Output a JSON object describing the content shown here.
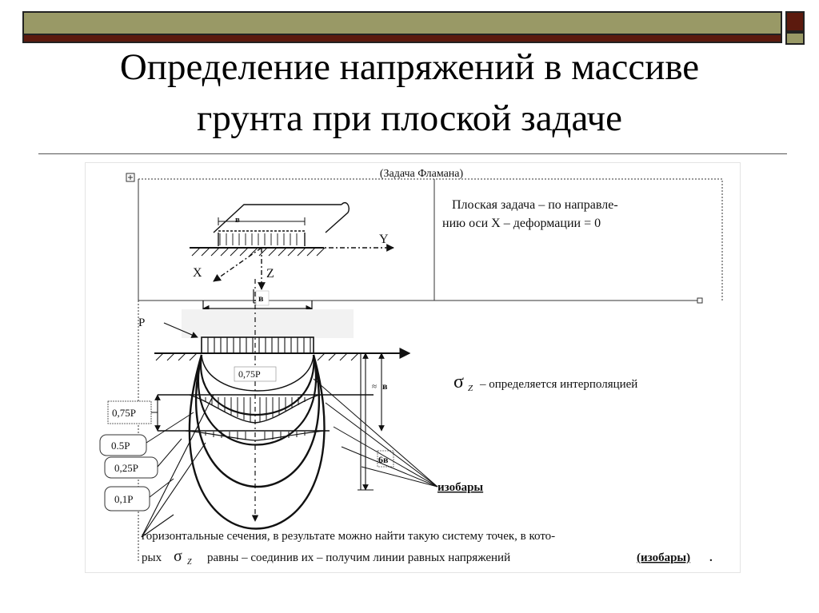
{
  "slide": {
    "title_line1": "Определение напряжений в массиве",
    "title_line2": "грунта при плоской задаче",
    "colors": {
      "accent_dark_red": "#5c1a0e",
      "accent_olive": "#999966"
    }
  },
  "figure": {
    "caption_top": "(Задача Фламана)",
    "note_line1": "Плоская задача – по направле-",
    "note_line2": "нию оси X – деформации = 0",
    "axis_y": "Y",
    "axis_x": "X",
    "axis_z": "Z",
    "width_label_small": "в",
    "width_label_big": "в",
    "load_label": "P",
    "depth_label_b": "в",
    "depth_label_6b": "6в",
    "approx_sign": "≈",
    "isobar_inner_label": "0,75P",
    "label_075": "0,75P",
    "label_05": "0.5P",
    "label_025": "0,25P",
    "label_01": "0,1P",
    "sigma_symbol": "σ",
    "sigma_subscript": "Z",
    "sigma_text": "– определяется интерполяцией",
    "isobars_label": "изобары",
    "bottom_line1": "горизонтальные сечения, в результате можно найти такую систему точек, в кото-",
    "bottom_line2_a": "рых",
    "bottom_line2_b": "равны – соединив их – получим линии равных напряжений",
    "bottom_line2_c": "(изобары)",
    "bottom_line2_d": "."
  }
}
